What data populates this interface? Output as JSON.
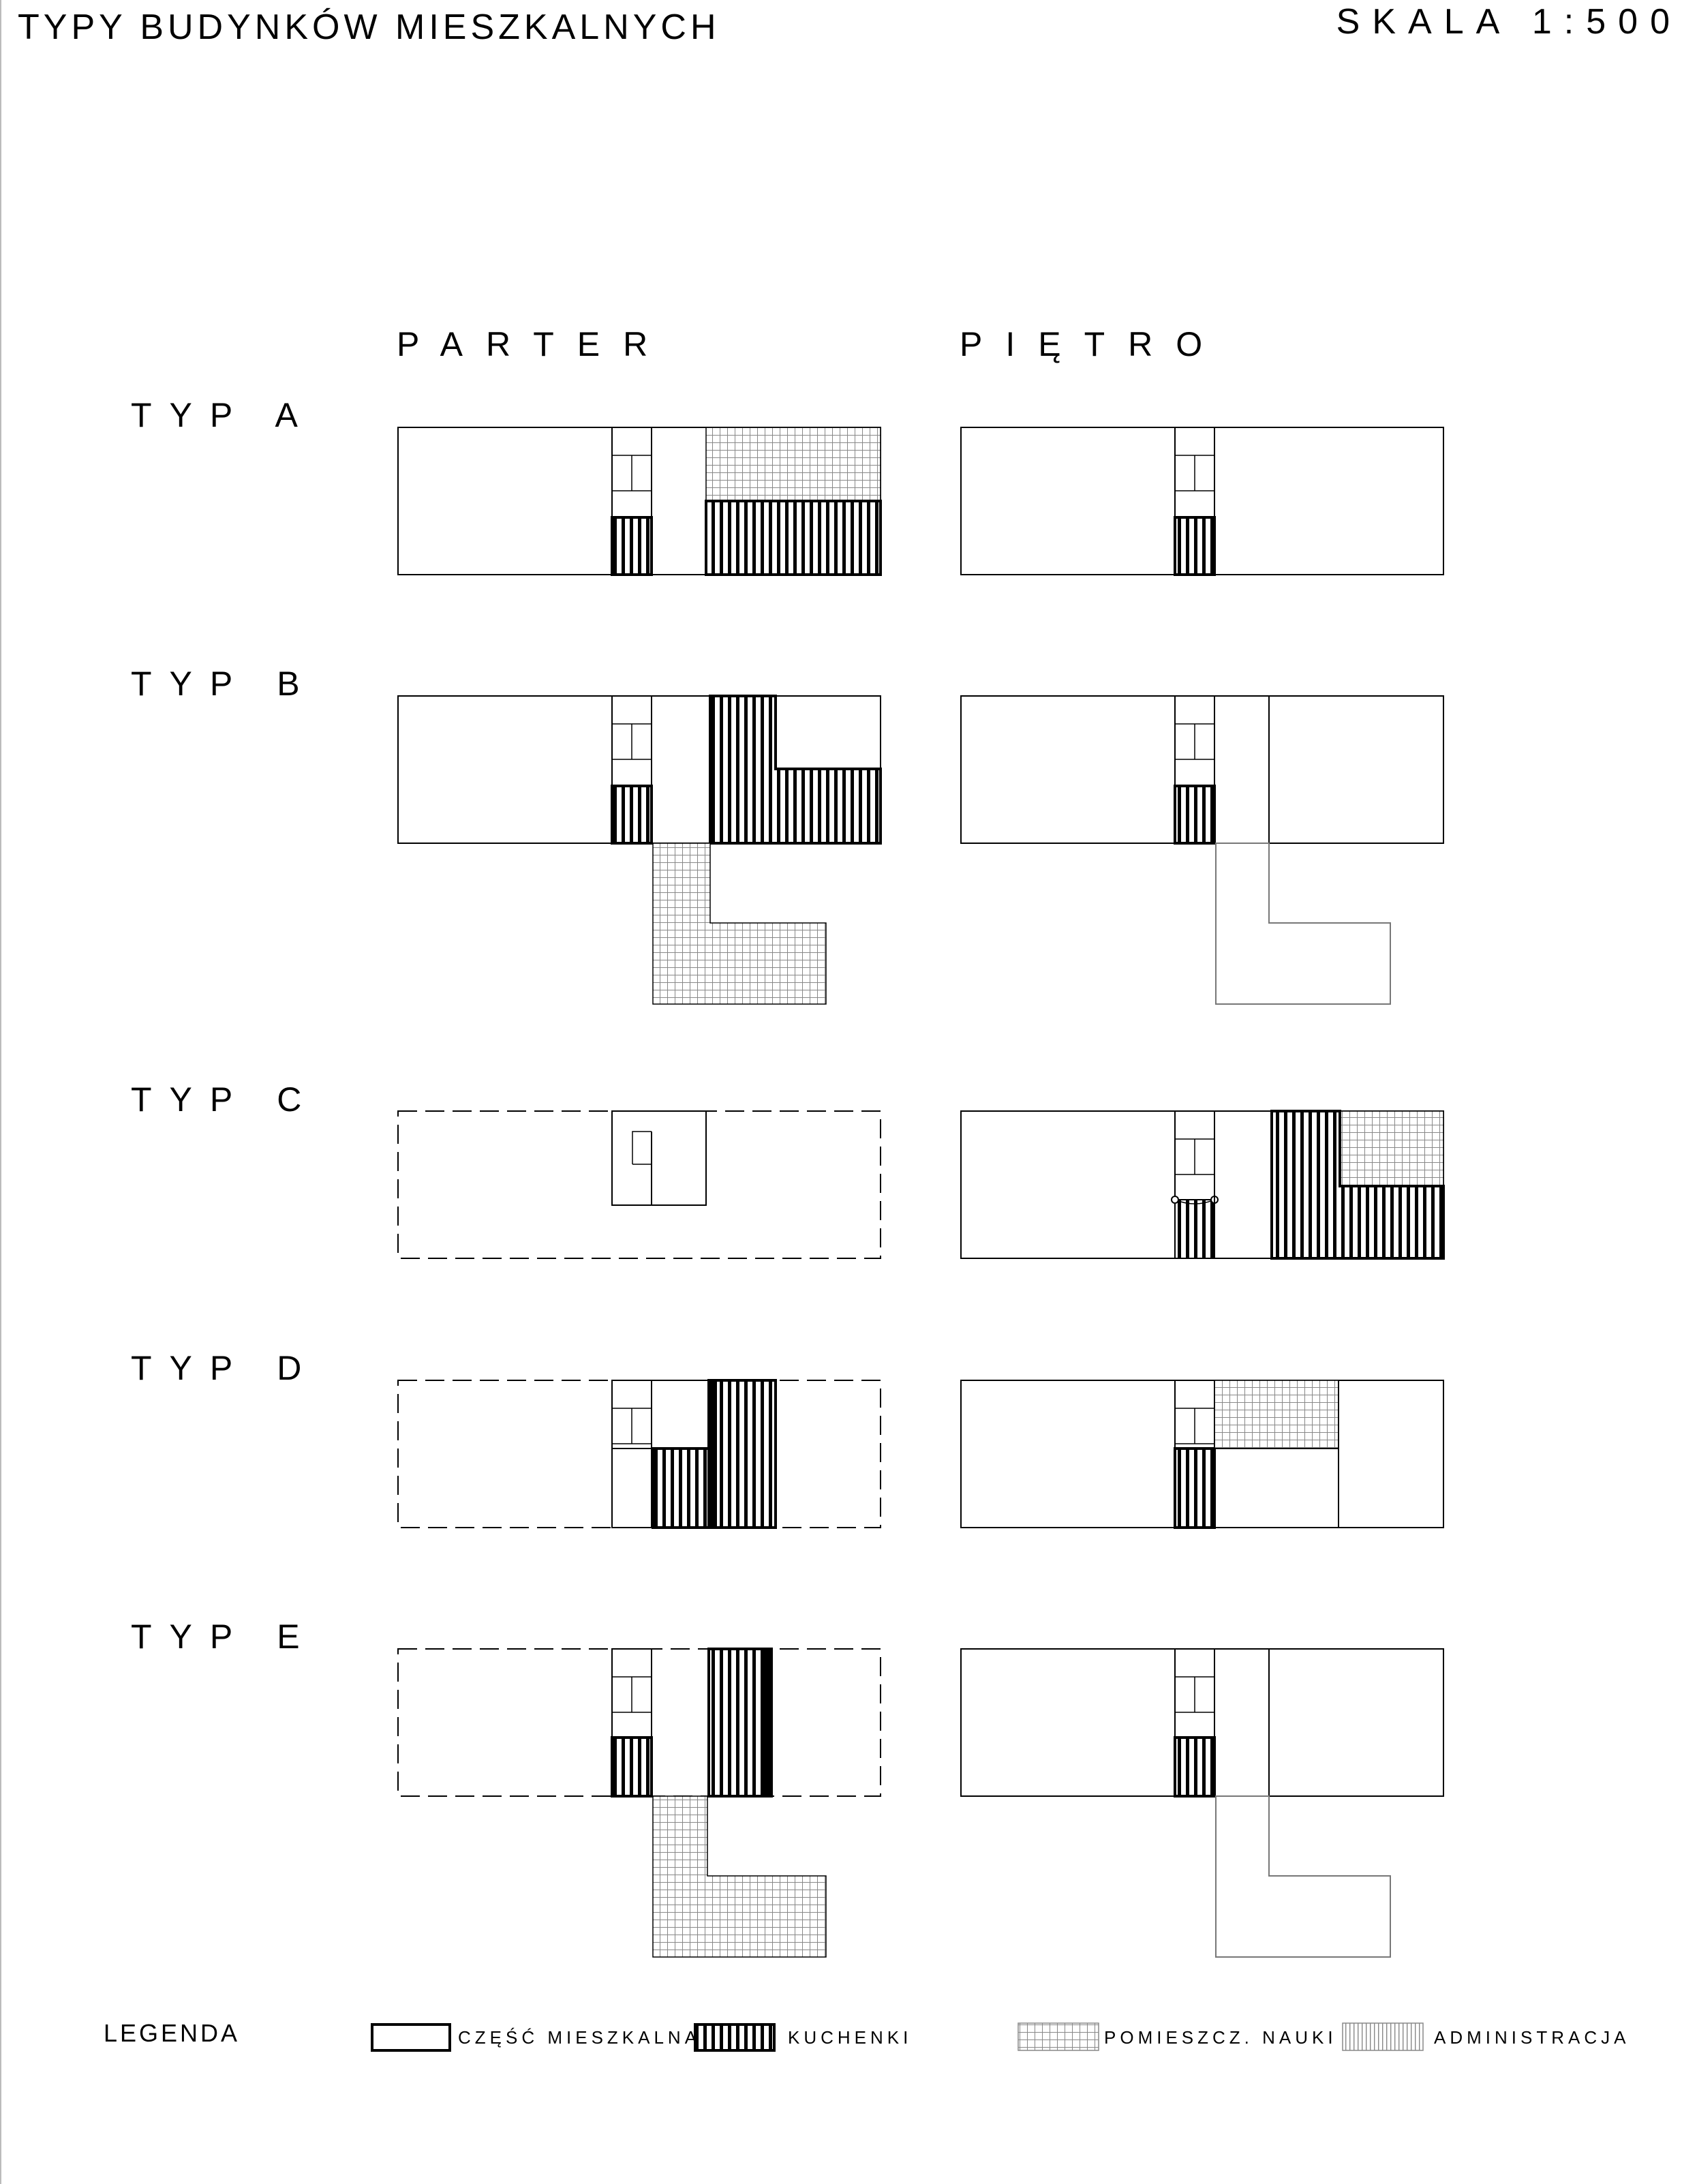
{
  "title": "TYPY BUDYNKÓW MIESZKALNYCH",
  "scale": "SKALA 1:500",
  "columns": {
    "ground": "PARTER",
    "upper": "PIĘTRO"
  },
  "rows": [
    {
      "id": "a",
      "label": "TYP A"
    },
    {
      "id": "b",
      "label": "TYP B"
    },
    {
      "id": "c",
      "label": "TYP C"
    },
    {
      "id": "d",
      "label": "TYP D"
    },
    {
      "id": "e",
      "label": "TYP E"
    }
  ],
  "legend": {
    "title": "LEGENDA",
    "items": [
      {
        "key": "residential",
        "label": "CZĘŚĆ MIESZKALNA",
        "pattern": "empty"
      },
      {
        "key": "kitchens",
        "label": "KUCHENKI",
        "pattern": "bold-vertical-stripes"
      },
      {
        "key": "study",
        "label": "POMIESZCZ. NAUKI",
        "pattern": "grid"
      },
      {
        "key": "admin",
        "label": "ADMINISTRACJA",
        "pattern": "fine-vertical-stripes"
      }
    ]
  },
  "colors": {
    "ink": "#000000",
    "paper": "#ffffff",
    "grid_line": "#888888",
    "hairline": "#777777"
  }
}
